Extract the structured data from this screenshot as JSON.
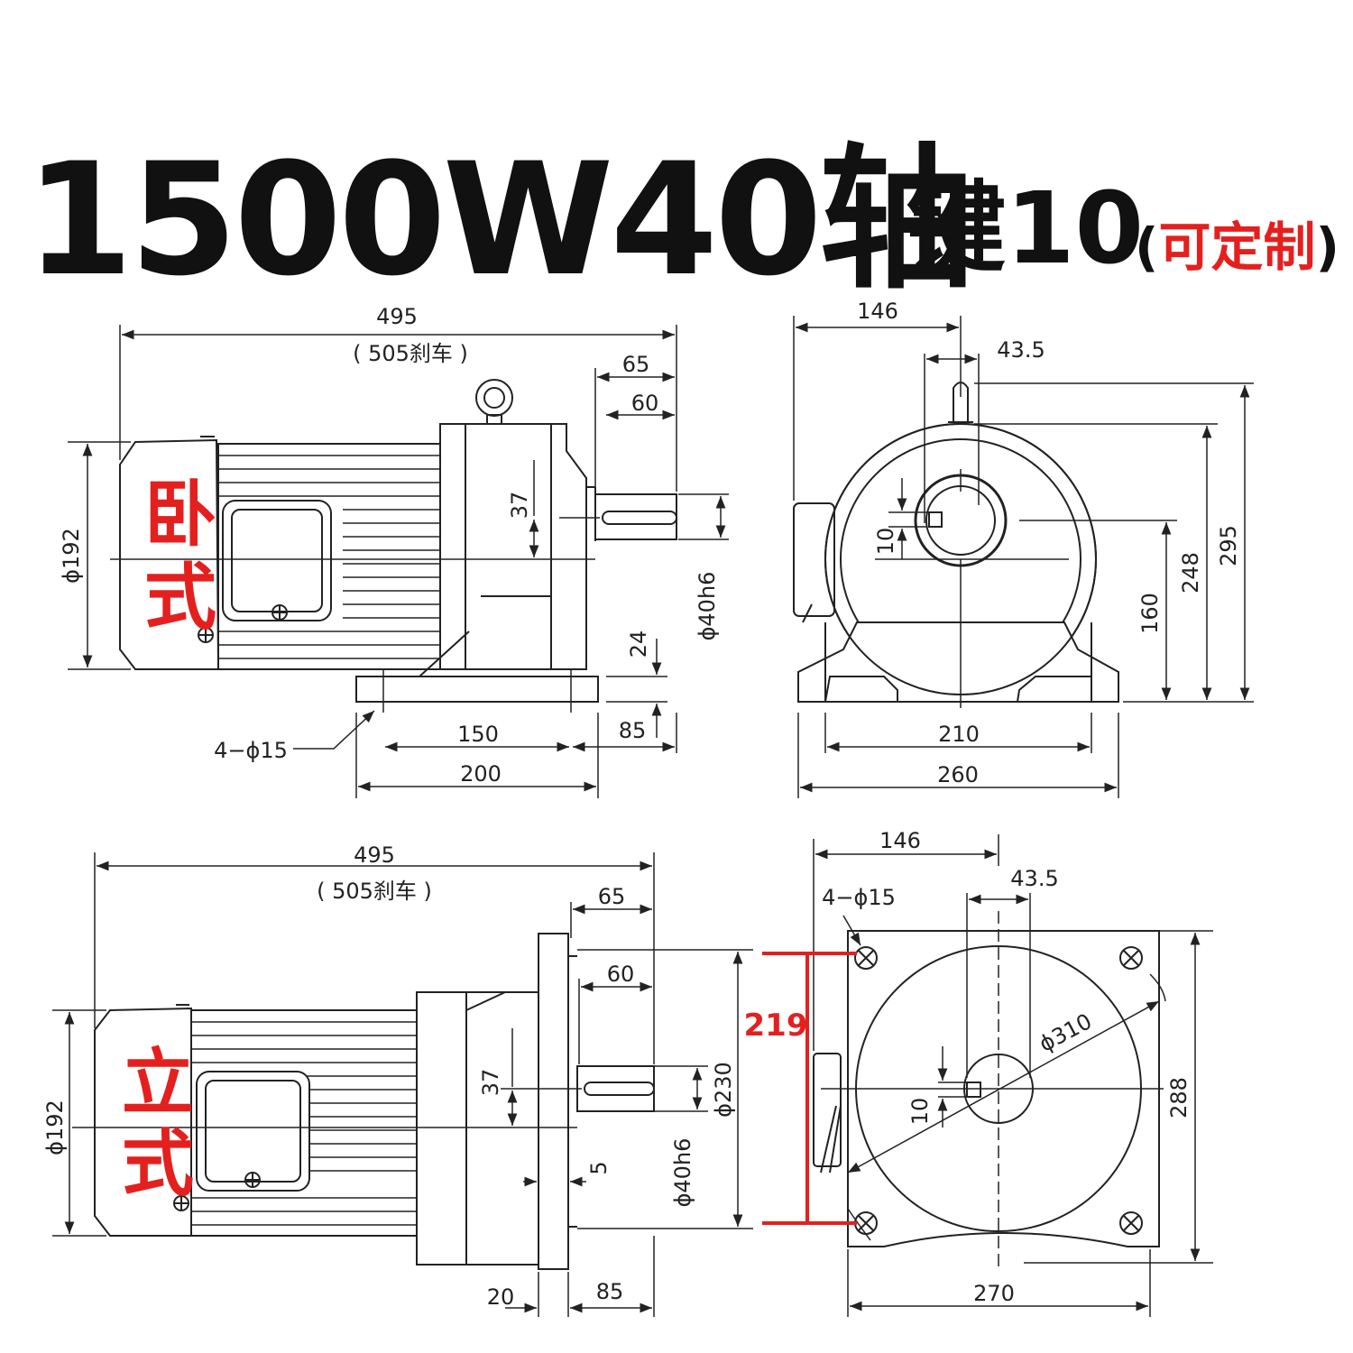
{
  "title": {
    "main": "1500W40轴",
    "key": "键10",
    "custom_open": "(",
    "custom": "可定制",
    "custom_close": ")"
  },
  "horizontal": {
    "label_1": "卧",
    "label_2": "式",
    "dims": {
      "length": "495",
      "length_brake": "( 505刹车 )",
      "d65": "65",
      "d60": "60",
      "d37": "37",
      "phi192": "ϕ192",
      "phi40": "ϕ40h6",
      "d24": "24",
      "holes": "4−ϕ15",
      "d150": "150",
      "d85": "85",
      "d200": "200"
    }
  },
  "end_view_top": {
    "dims": {
      "d146": "146",
      "d43_5": "43.5",
      "d10": "10",
      "d160": "160",
      "d248": "248",
      "d295": "295",
      "d210": "210",
      "d260": "260"
    }
  },
  "vertical": {
    "label_1": "立",
    "label_2": "式",
    "dims": {
      "length": "495",
      "length_brake": "( 505刹车 )",
      "d65": "65",
      "d60": "60",
      "d37": "37",
      "phi192": "ϕ192",
      "phi230": "ϕ230",
      "phi40": "ϕ40h6",
      "d5": "5",
      "d20": "20",
      "d85": "85"
    }
  },
  "flange_view": {
    "dims": {
      "d146": "146",
      "d43_5": "43.5",
      "holes": "4−ϕ15",
      "phi310": "ϕ310",
      "d10": "10",
      "d288": "288",
      "d270": "270",
      "d219": "219"
    }
  },
  "colors": {
    "accent": "#e4201f",
    "line": "#222222"
  }
}
